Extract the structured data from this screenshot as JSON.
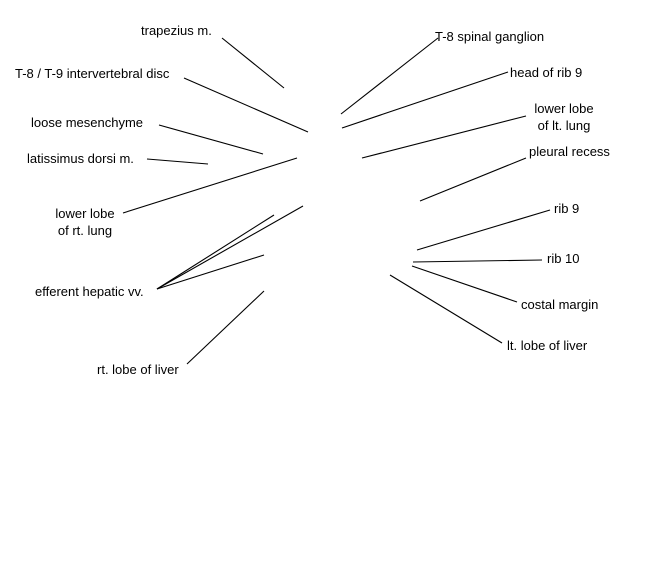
{
  "labels": {
    "trapezius": "trapezius m.",
    "t8_t9_disc": "T-8 / T-9 intervertebral disc",
    "loose_mesenchyme": "loose mesenchyme",
    "latissimus_dorsi": "latissimus dorsi m.",
    "lower_lobe_rt_lung": "lower lobe\nof rt. lung",
    "efferent_hepatic_vv": "efferent hepatic vv.",
    "rt_lobe_of_liver": "rt. lobe of liver",
    "t8_spinal_ganglion": "T-8 spinal ganglion",
    "head_of_rib_9": "head of rib 9",
    "lower_lobe_lt_lung": "lower lobe\nof lt. lung",
    "pleural_recess": "pleural recess",
    "rib_9": "rib 9",
    "rib_10": "rib 10",
    "costal_margin": "costal margin",
    "lt_lobe_of_liver": "lt. lobe of liver"
  },
  "colors": {
    "line": "#000000",
    "text": "#000000",
    "background": "#ffffff"
  }
}
